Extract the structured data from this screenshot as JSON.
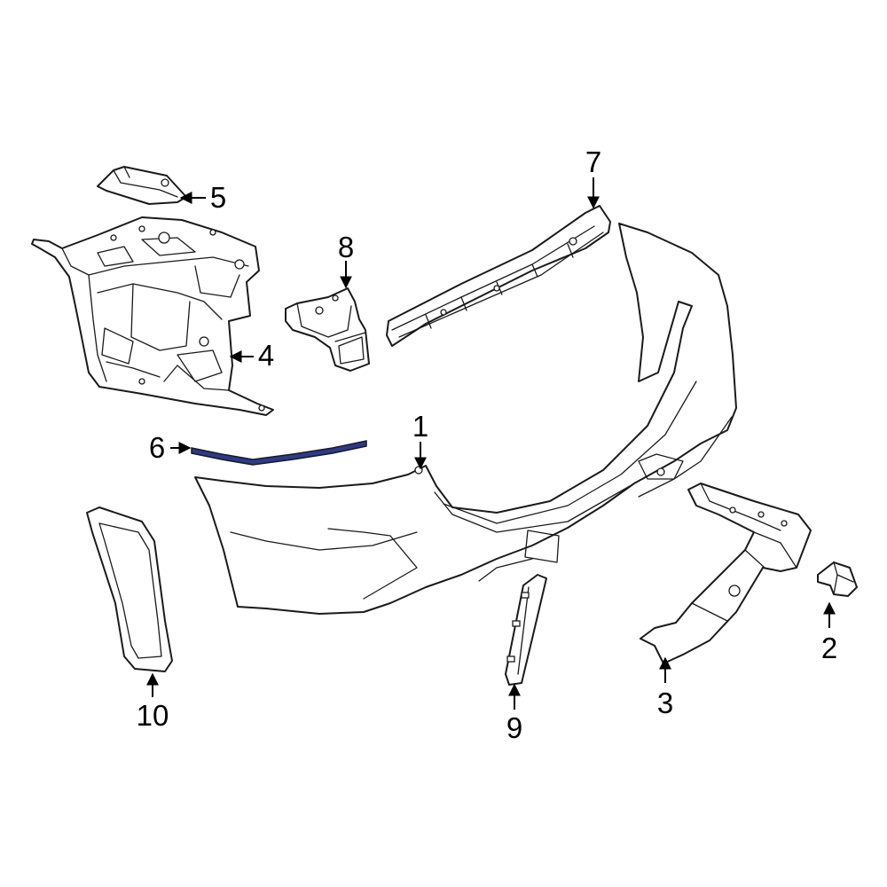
{
  "colors": {
    "line": "#1a1a1a",
    "highlight": "#2b3a8c",
    "background": "#ffffff"
  },
  "callouts": {
    "c1": "1",
    "c2": "2",
    "c3": "3",
    "c4": "4",
    "c5": "5",
    "c6": "6",
    "c7": "7",
    "c8": "8",
    "c9": "9",
    "c10": "10"
  }
}
